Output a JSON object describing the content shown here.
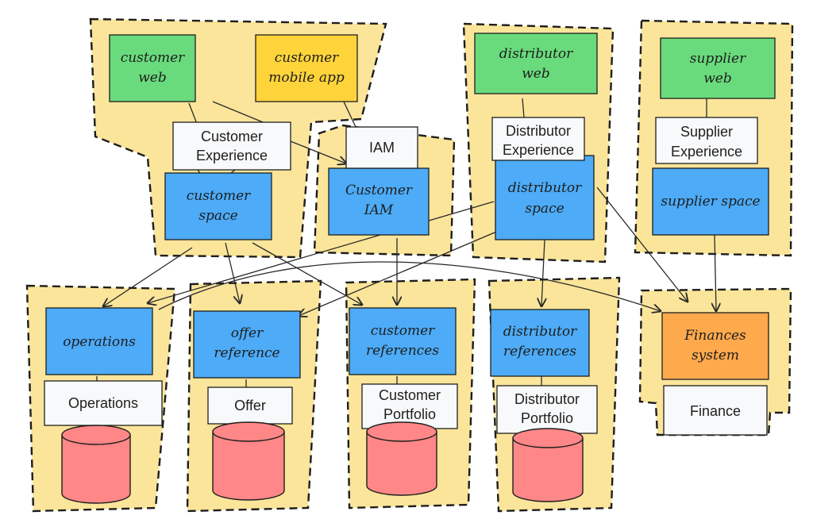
{
  "colors": {
    "zone": "#fbe59a",
    "green": "#69db7c",
    "yellow": "#ffd43b",
    "blue": "#4dabf7",
    "orange": "#ffa94d",
    "white": "#f8f9fa",
    "database": "#ff8787"
  },
  "apps": {
    "customer_web": [
      "customer",
      "web"
    ],
    "customer_mobile": [
      "customer",
      "mobile app"
    ],
    "distributor_web": [
      "distributor",
      "web"
    ],
    "supplier_web": [
      "supplier",
      "web"
    ]
  },
  "services": {
    "customer_space": [
      "customer",
      "space"
    ],
    "customer_iam": [
      "Customer",
      "IAM"
    ],
    "distributor_space": [
      "distributor",
      "space"
    ],
    "supplier_space": [
      "supplier space"
    ],
    "operations": [
      "operations"
    ],
    "offer_reference": [
      "offer",
      "reference"
    ],
    "customer_references": [
      "customer",
      "references"
    ],
    "distributor_references": [
      "distributor",
      "references"
    ],
    "finances_system": [
      "Finances",
      "system"
    ]
  },
  "domains": {
    "customer_experience": [
      "Customer",
      "Experience"
    ],
    "iam": [
      "IAM"
    ],
    "distributor_experience": [
      "Distributor",
      "Experience"
    ],
    "supplier_experience": [
      "Supplier",
      "Experience"
    ],
    "operations": [
      "Operations"
    ],
    "offer": [
      "Offer"
    ],
    "customer_portfolio": [
      "Customer",
      "Portfolio"
    ],
    "distributor_portfolio": [
      "Distributor",
      "Portfolio"
    ],
    "finance": [
      "Finance"
    ]
  }
}
